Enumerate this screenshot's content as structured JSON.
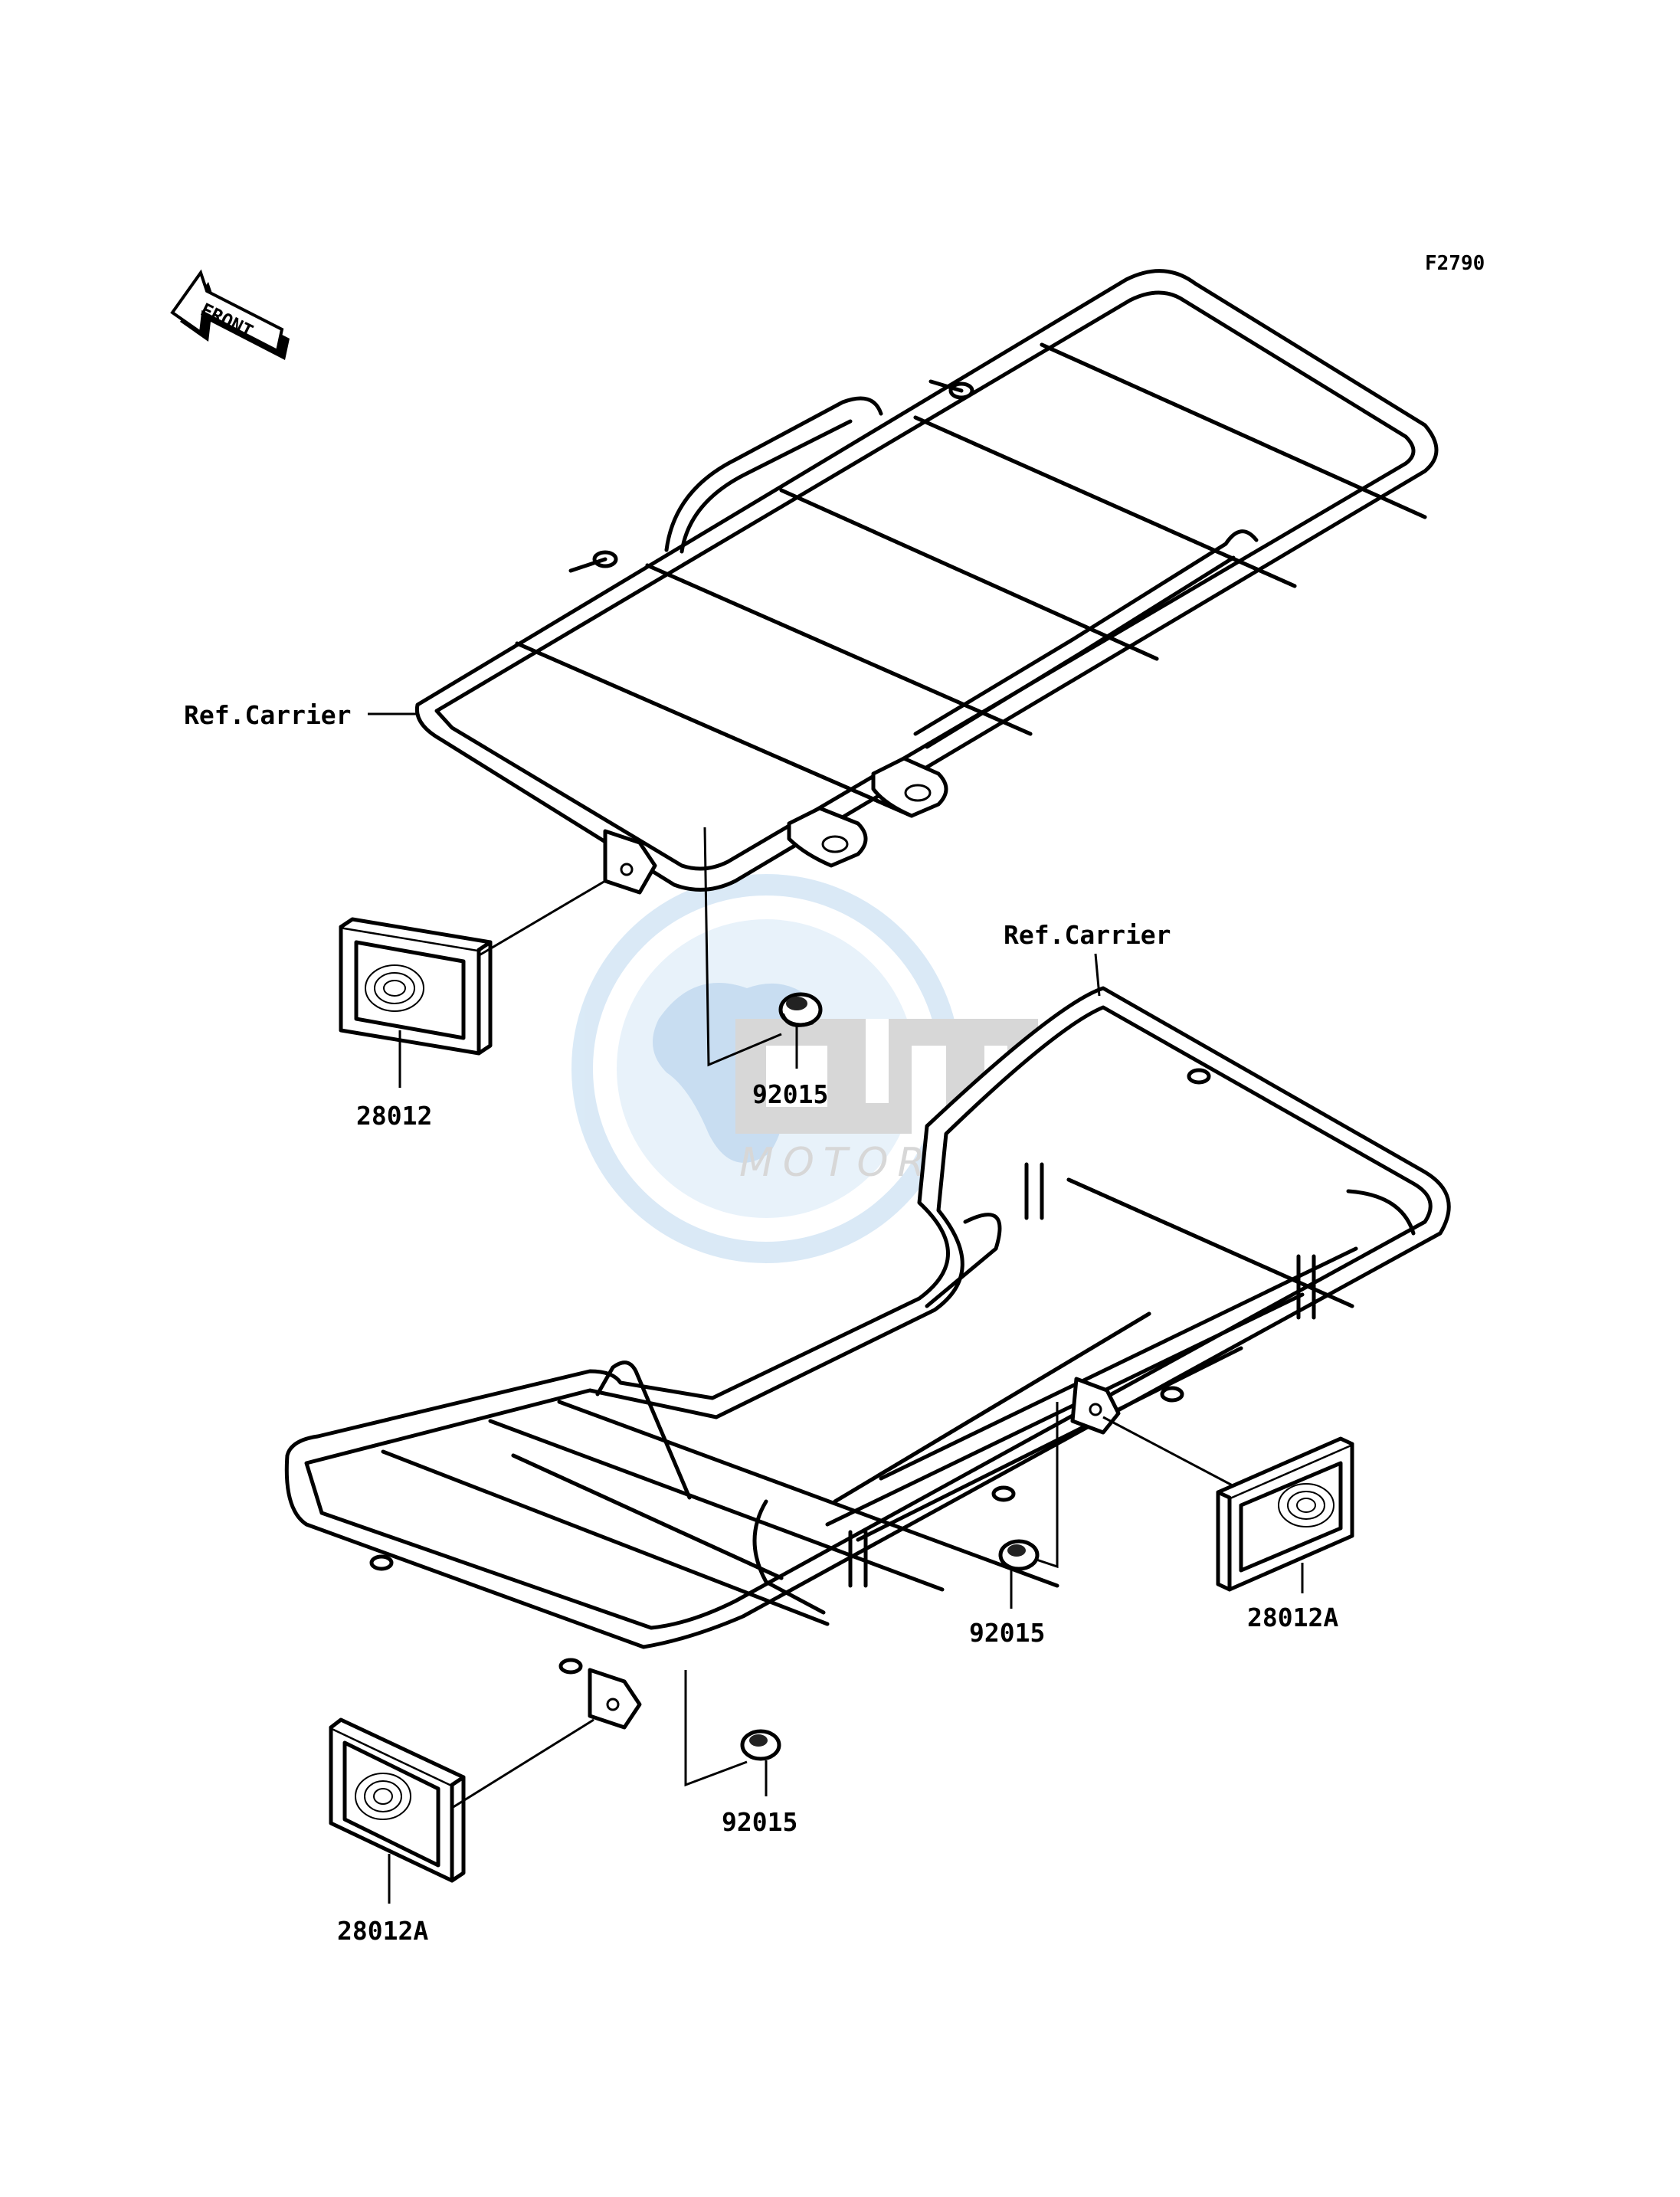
{
  "diagram_code": "F2790",
  "front_arrow": {
    "label": "FRONT",
    "icon": "front-arrow-icon"
  },
  "callouts": {
    "top_carrier": "Ref.Carrier",
    "bottom_carrier": "Ref.Carrier",
    "reflector_top_left": "28012",
    "grommet_top": "92015",
    "grommet_mid": "92015",
    "reflector_right": "28012A",
    "grommet_bottom": "92015",
    "reflector_bottom_left": "28012A"
  },
  "watermark": {
    "logo_text": "OEM",
    "sub_text": "MOTORPARTS",
    "color_blue": "#9cc3e6",
    "color_gray": "#b8b8b8"
  }
}
